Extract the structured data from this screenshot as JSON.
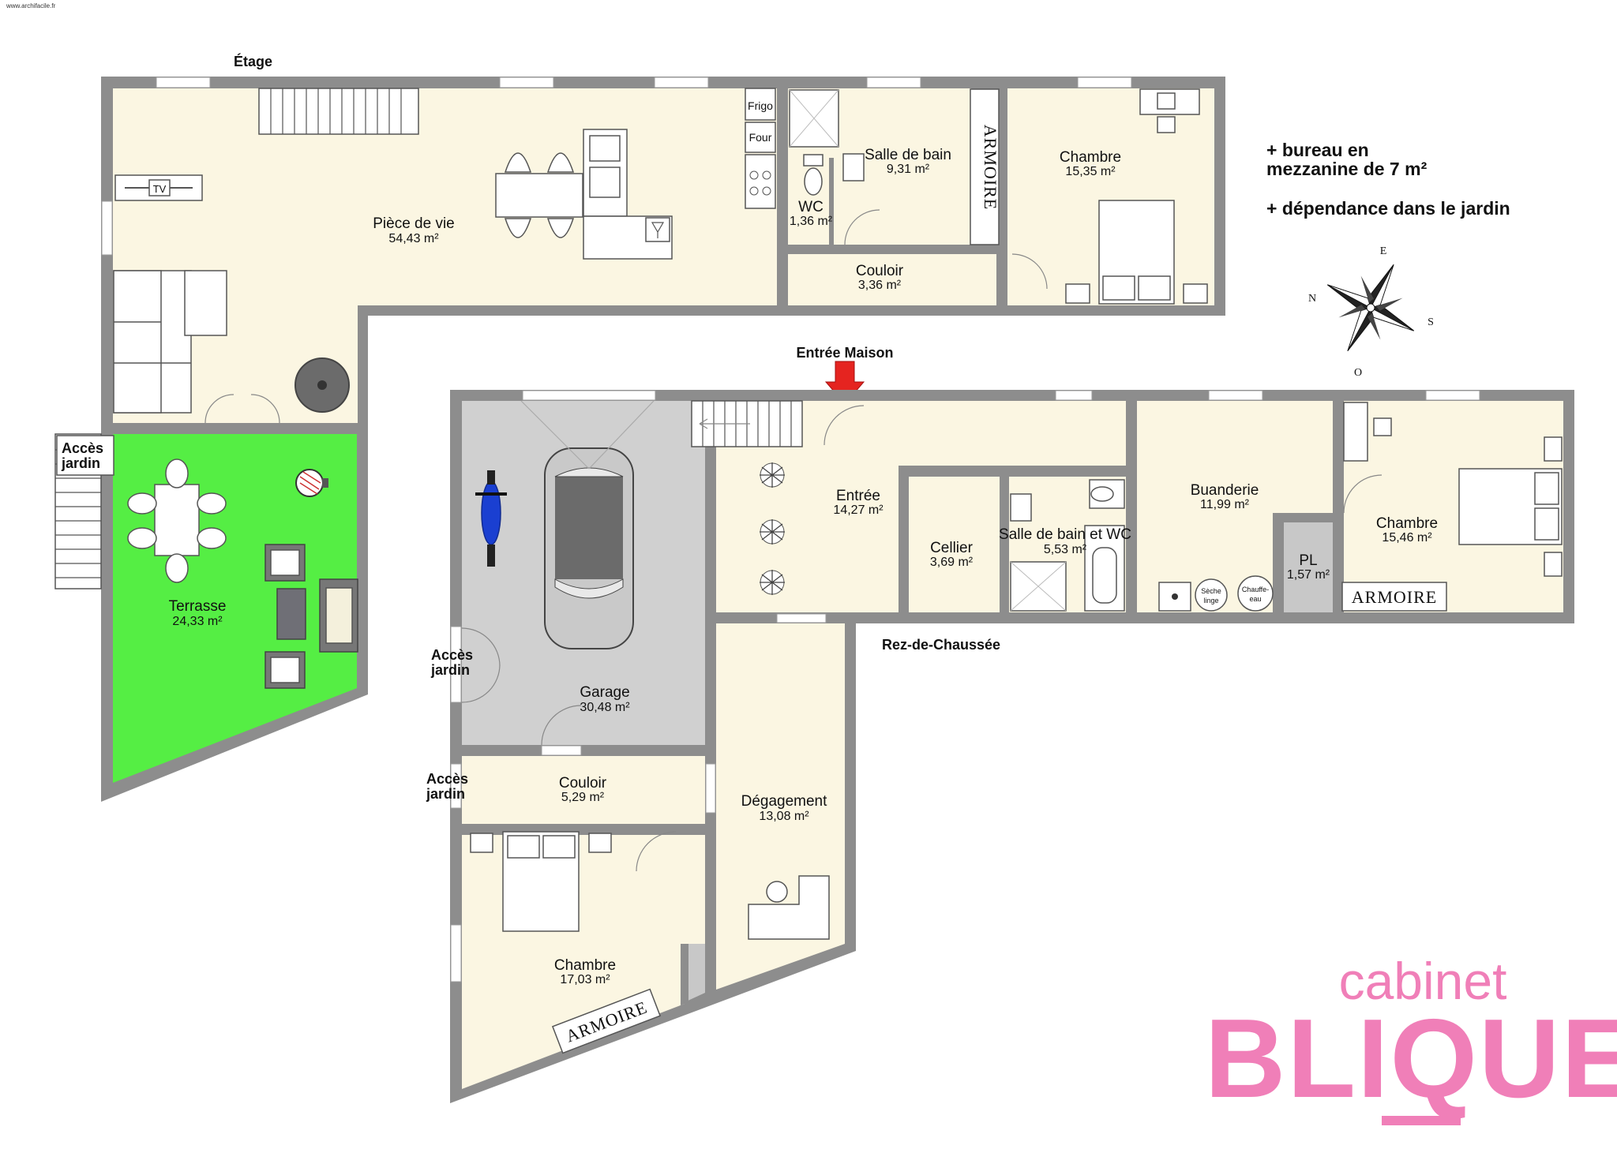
{
  "credit": "www.archifacile.fr",
  "floors": {
    "upper": "Étage",
    "ground": "Rez-de-Chaussée"
  },
  "entrance_label": "Entrée Maison",
  "notes": [
    "+ bureau en",
    "mezzanine de 7 m²",
    "+ dépendance dans le jardin"
  ],
  "garden_access": [
    "Accès",
    "jardin"
  ],
  "rooms": {
    "piece_de_vie": {
      "name": "Pièce de vie",
      "area": "54,43 m²"
    },
    "sdb_etage": {
      "name": "Salle de bain",
      "area": "9,31 m²"
    },
    "wc": {
      "name": "WC",
      "area": "1,36 m²"
    },
    "couloir_etage": {
      "name": "Couloir",
      "area": "3,36 m²"
    },
    "chambre_etage": {
      "name": "Chambre",
      "area": "15,35 m²"
    },
    "terrasse": {
      "name": "Terrasse",
      "area": "24,33 m²"
    },
    "garage": {
      "name": "Garage",
      "area": "30,48 m²"
    },
    "entree": {
      "name": "Entrée",
      "area": "14,27 m²"
    },
    "cellier": {
      "name": "Cellier",
      "area": "3,69 m²"
    },
    "sdb_wc": {
      "name": "Salle de bain et WC",
      "area": "5,53 m²"
    },
    "buanderie": {
      "name": "Buanderie",
      "area": "11,99 m²"
    },
    "pl": {
      "name": "PL",
      "area": "1,57 m²"
    },
    "chambre_rdc": {
      "name": "Chambre",
      "area": "15,46 m²"
    },
    "couloir_rdc": {
      "name": "Couloir",
      "area": "5,29 m²"
    },
    "degagement": {
      "name": "Dégagement",
      "area": "13,08 m²"
    },
    "chambre_sud": {
      "name": "Chambre",
      "area": "17,03 m²"
    }
  },
  "fixtures": {
    "frigo": "Frigo",
    "four": "Four",
    "tv": "TV",
    "armoire": "ARMOIRE",
    "seche_linge": [
      "Sèche",
      "linge"
    ],
    "chauffe_eau": [
      "Chauffe-",
      "eau"
    ]
  },
  "compass": {
    "north": "N",
    "east": "E",
    "south": "S",
    "west": "O"
  },
  "logo": {
    "line1": "cabinet",
    "line2": "BLIQUE"
  },
  "colors": {
    "wall": "#8d8d8d",
    "floor": "#fbf6e2",
    "terrace": "#55ee44",
    "garage": "#d0d0d0",
    "arrow": "#e52420",
    "logo": "#f07fb8"
  },
  "icons": [
    "compass-rose-icon",
    "entrance-arrow-icon",
    "motorcycle-icon",
    "car-icon",
    "plant-icon",
    "bbq-icon"
  ]
}
